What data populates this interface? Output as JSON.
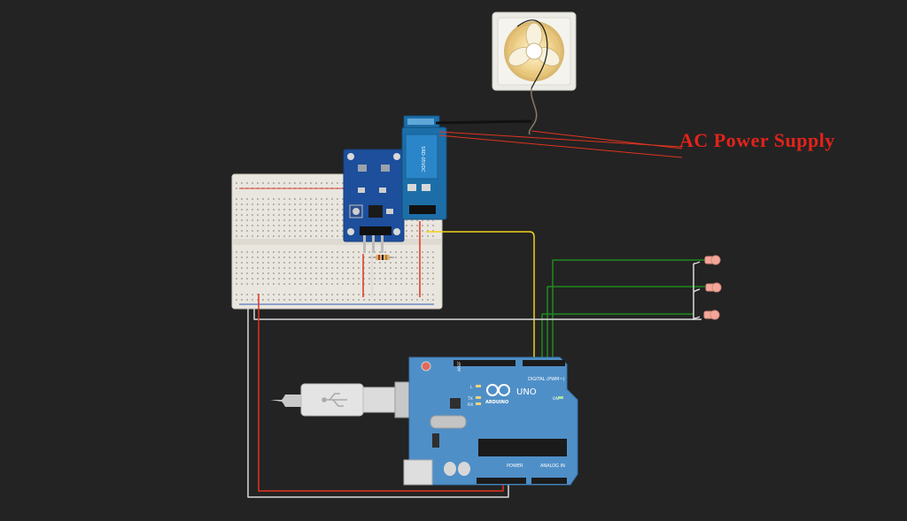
{
  "annotation": {
    "ac_label": "AC Power Supply"
  },
  "arduino": {
    "brand": "ARDUINO",
    "model": "UNO",
    "digital_label": "DIGITAL (PWM~)",
    "power_label": "POWER",
    "analog_label": "ANALOG IN",
    "led_labels": [
      "L",
      "TX",
      "RX"
    ],
    "on_label": "ON"
  },
  "icons": {
    "usb": "usb-icon",
    "arduino_logo": "arduino-infinity-logo",
    "fan": "exhaust-fan-icon"
  },
  "colors": {
    "background": "#232323",
    "wire_red": "#e0341f",
    "wire_yellow": "#f2d21b",
    "wire_green": "#1f8a1f",
    "wire_white": "#d9d9d9",
    "arduino_blue": "#4f8fc7",
    "module_blue": "#1d4f9c",
    "relay_blue": "#1d6ea8",
    "breadboard": "#e9e6df",
    "led": "#f3a79a"
  }
}
